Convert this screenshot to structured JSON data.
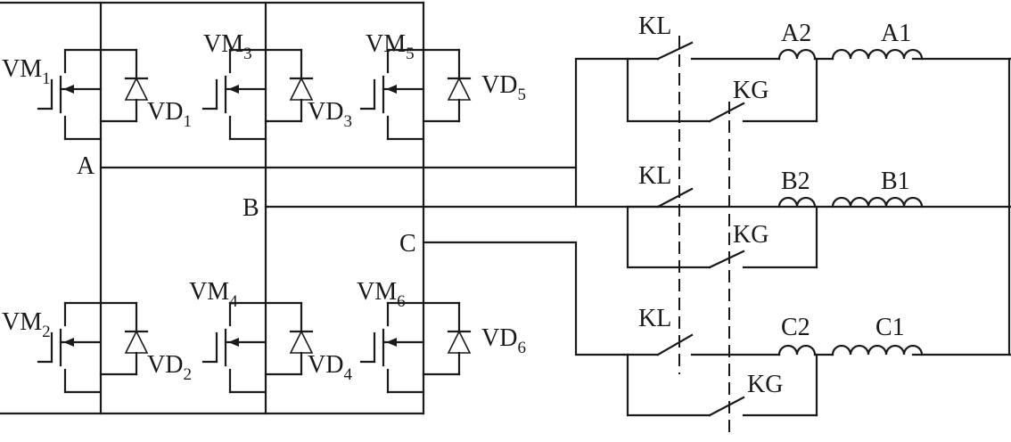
{
  "nodes": {
    "a": "A",
    "b": "B",
    "c": "C"
  },
  "switches": {
    "vm1": {
      "base": "VM",
      "sub": "1"
    },
    "vm2": {
      "base": "VM",
      "sub": "2"
    },
    "vm3": {
      "base": "VM",
      "sub": "3"
    },
    "vm4": {
      "base": "VM",
      "sub": "4"
    },
    "vm5": {
      "base": "VM",
      "sub": "5"
    },
    "vm6": {
      "base": "VM",
      "sub": "6"
    }
  },
  "diodes": {
    "vd1": {
      "base": "VD",
      "sub": "1"
    },
    "vd2": {
      "base": "VD",
      "sub": "2"
    },
    "vd3": {
      "base": "VD",
      "sub": "3"
    },
    "vd4": {
      "base": "VD",
      "sub": "4"
    },
    "vd5": {
      "base": "VD",
      "sub": "5"
    },
    "vd6": {
      "base": "VD",
      "sub": "6"
    }
  },
  "contactors": {
    "kl_a": "KL",
    "kg_a": "KG",
    "kl_b": "KL",
    "kg_b": "KG",
    "kl_c": "KL",
    "kg_c": "KG"
  },
  "windings": {
    "a_start": "A2",
    "a_end": "A1",
    "b_start": "B2",
    "b_end": "B1",
    "c_start": "C2",
    "c_end": "C1"
  }
}
